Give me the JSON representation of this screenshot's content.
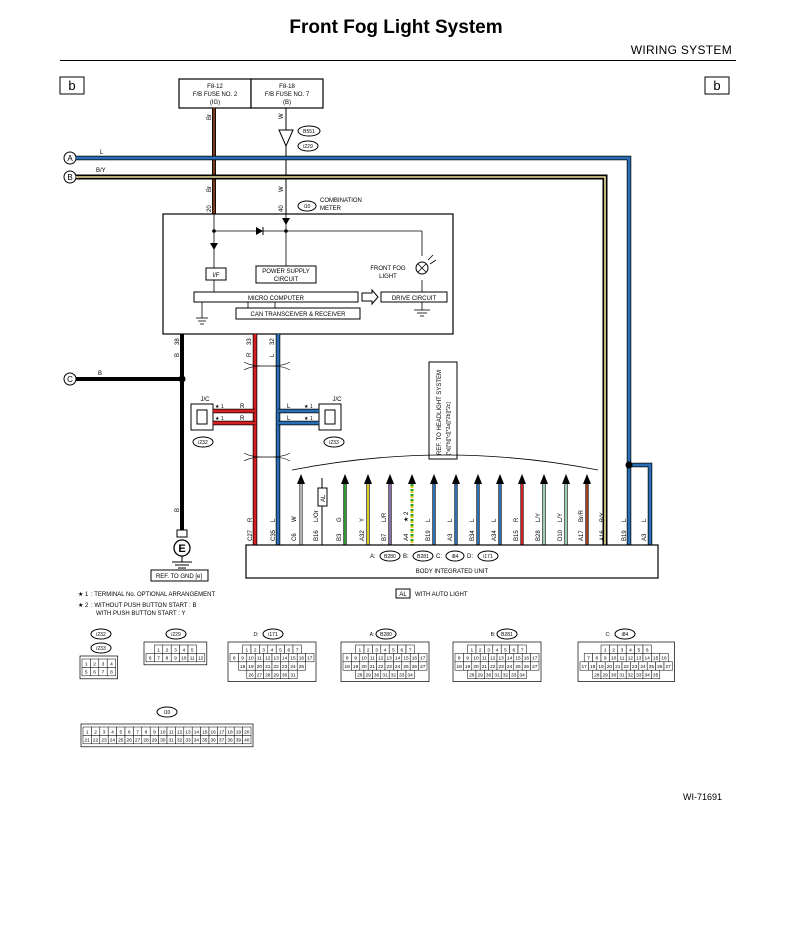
{
  "page": {
    "title": "Front Fog Light System",
    "section": "WIRING SYSTEM",
    "figure_id": "WI-71691",
    "page_ref": "b"
  },
  "fuses": [
    {
      "id": "F8-12",
      "name": "F/B FUSE NO. 2",
      "code": "(IG)"
    },
    {
      "id": "F8-18",
      "name": "F/B FUSE NO. 7",
      "code": "(B)"
    }
  ],
  "connectors": {
    "i10": "i10",
    "b551": "B551",
    "i229": "i229",
    "i232": "i232",
    "i233": "i233",
    "b280": "B280",
    "b281": "B281",
    "i84": "i84",
    "i171": "i171"
  },
  "bus_labels": [
    "A",
    "B",
    "C"
  ],
  "ground_label": "E",
  "wires": {
    "fuse1_color": "Br",
    "fuse2_color": "W",
    "bus_a_color": "L",
    "bus_b_color": "B/Y",
    "bus_c_color": "B",
    "meter_pin_20": "20",
    "meter_pin_40": "40",
    "meter_pin_38": "38",
    "meter_pin_33": "33",
    "meter_pin_32": "32",
    "jc_r": "R",
    "jc_l": "L",
    "star1": "★ 1"
  },
  "meter": {
    "label_line1": "COMBINATION",
    "label_line2": "METER",
    "if_label": "I/F",
    "power_supply_line1": "POWER SUPPLY",
    "power_supply_line2": "CIRCUIT",
    "front_fog_line1": "FRONT FOG",
    "front_fog_line2": "LIGHT",
    "micro_computer": "MICRO COMPUTER",
    "drive_circuit": "DRIVE CIRCUIT",
    "can_transceiver": "CAN TRANSCEIVER & RECEIVER"
  },
  "jc_label": "J/C",
  "ref_headlight_line1": "REF. TO HEADLIGHT SYSTEM",
  "ref_headlight_line2": "[*a][*b][*c][*2a][*2b][*2c]",
  "ref_gnd": "REF. TO GND [e]",
  "biu": {
    "label": "BODY INTEGRATED UNIT",
    "connector_prefix_a": "A:",
    "connector_prefix_b": "B:",
    "connector_prefix_c": "C:",
    "connector_prefix_d": "D:",
    "pins": [
      {
        "pin": "C27",
        "color": "R"
      },
      {
        "pin": "C35",
        "color": "L"
      },
      {
        "pin": "C6",
        "color": "W"
      },
      {
        "pin": "B16",
        "color": "L/Or"
      },
      {
        "pin": "B3",
        "color": "G"
      },
      {
        "pin": "A32",
        "color": "Y"
      },
      {
        "pin": "B7",
        "color": "L/R"
      },
      {
        "pin": "A4",
        "color": "★ 2"
      },
      {
        "pin": "B19",
        "color": "L"
      },
      {
        "pin": "A3",
        "color": "L"
      },
      {
        "pin": "B34",
        "color": "L"
      },
      {
        "pin": "A34",
        "color": "L"
      },
      {
        "pin": "B15",
        "color": "R"
      },
      {
        "pin": "B28",
        "color": "L/Y"
      },
      {
        "pin": "D10",
        "color": "L/Y"
      },
      {
        "pin": "A17",
        "color": "Br/R"
      },
      {
        "pin": "A16",
        "color": "B/Y"
      },
      {
        "pin": "B19",
        "color": "L"
      },
      {
        "pin": "A3",
        "color": "L"
      }
    ]
  },
  "al_box": "AL",
  "notes": {
    "n1_mark": "★ 1",
    "n1_text": ": TERMINAL No. OPTIONAL ARRANGEMENT",
    "n2_mark": "★ 2",
    "n2_text": ": WITHOUT PUSH BUTTON START : B",
    "n2_text2": "WITH PUSH BUTTON START : Y",
    "al_text": "WITH AUTO LIGHT"
  },
  "colors": {
    "brown": "#7a3b1a",
    "blue": "#2a6fb5",
    "red": "#d42020",
    "green": "#2f9b2f",
    "yellow": "#d8cc20",
    "purple": "#8a6aa8",
    "gray": "#9a9a9a"
  },
  "connector_diagrams": [
    {
      "labels": [
        "i232",
        "i233"
      ],
      "rows": [
        [
          "1",
          "2",
          "3",
          "4"
        ],
        [
          "5",
          "6",
          "7",
          "8"
        ]
      ]
    },
    {
      "labels": [
        "i229"
      ],
      "rows": [
        [
          "1",
          "2",
          "3",
          "4",
          "5"
        ],
        [
          "6",
          "7",
          "8",
          "9",
          "10",
          "11",
          "12"
        ]
      ]
    },
    {
      "labels": [
        "D:",
        "i171"
      ],
      "rows": [
        [
          "1",
          "2",
          "3",
          "4",
          "5",
          "6",
          "7"
        ],
        [
          "8",
          "9",
          "10",
          "11",
          "12",
          "13",
          "14",
          "15",
          "16",
          "17"
        ],
        [
          "18",
          "19",
          "20",
          "21",
          "22",
          "23",
          "24",
          "25"
        ],
        [
          "26",
          "27",
          "28",
          "29",
          "30",
          "31"
        ]
      ]
    },
    {
      "labels": [
        "A:",
        "B280"
      ],
      "rows": [
        [
          "1",
          "2",
          "3",
          "4",
          "5",
          "6",
          "7"
        ],
        [
          "8",
          "9",
          "10",
          "11",
          "12",
          "13",
          "14",
          "15",
          "16",
          "17"
        ],
        [
          "18",
          "19",
          "20",
          "21",
          "22",
          "23",
          "24",
          "25",
          "26",
          "27"
        ],
        [
          "28",
          "29",
          "30",
          "31",
          "32",
          "33",
          "34"
        ]
      ]
    },
    {
      "labels": [
        "B:",
        "B281"
      ],
      "rows": [
        [
          "1",
          "2",
          "3",
          "4",
          "5",
          "6",
          "7"
        ],
        [
          "8",
          "9",
          "10",
          "11",
          "12",
          "13",
          "14",
          "15",
          "16",
          "17"
        ],
        [
          "18",
          "19",
          "20",
          "21",
          "22",
          "23",
          "24",
          "25",
          "26",
          "27"
        ],
        [
          "28",
          "29",
          "30",
          "31",
          "32",
          "33",
          "34"
        ]
      ]
    },
    {
      "labels": [
        "C:",
        "i84"
      ],
      "rows": [
        [
          "1",
          "2",
          "3",
          "4",
          "5",
          "6"
        ],
        [
          "7",
          "8",
          "9",
          "10",
          "11",
          "12",
          "13",
          "14",
          "15",
          "16"
        ],
        [
          "17",
          "18",
          "19",
          "20",
          "21",
          "22",
          "23",
          "24",
          "25",
          "26",
          "27"
        ],
        [
          "28",
          "29",
          "30",
          "31",
          "32",
          "33",
          "34",
          "35"
        ]
      ]
    },
    {
      "labels": [
        "i10"
      ],
      "rows": [
        [
          "1",
          "2",
          "3",
          "4",
          "5",
          "6",
          "7",
          "8",
          "9",
          "10",
          "11",
          "12",
          "13",
          "14",
          "15",
          "16",
          "17",
          "18",
          "19",
          "20"
        ],
        [
          "21",
          "22",
          "23",
          "24",
          "25",
          "26",
          "27",
          "28",
          "29",
          "30",
          "31",
          "32",
          "33",
          "34",
          "35",
          "36",
          "37",
          "38",
          "39",
          "40"
        ]
      ]
    }
  ]
}
